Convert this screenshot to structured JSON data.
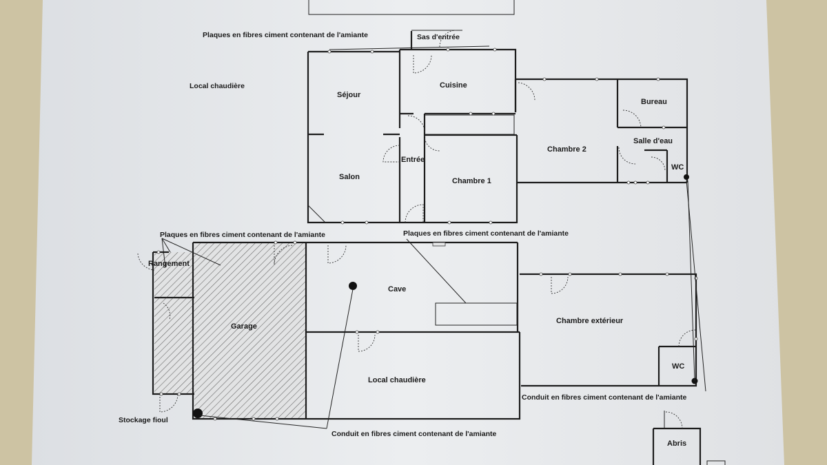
{
  "rooms": {
    "sejour": "Séjour",
    "cuisine": "Cuisine",
    "sas": "Sas d'entrée",
    "bureau": "Bureau",
    "salle_eau": "Salle d'eau",
    "wc_top": "WC",
    "chambre2": "Chambre 2",
    "entree": "Entrée",
    "salon": "Salon",
    "chambre1": "Chambre 1",
    "rangement": "Rangement",
    "garage": "Garage",
    "cave": "Cave",
    "local_chaudiere": "Local chaudière",
    "chambre_ext": "Chambre extérieur",
    "wc_bottom": "WC",
    "abris": "Abris",
    "stockage_fioul": "Stockage fioul"
  },
  "annotations": {
    "plaques_top": "Plaques en fibres ciment contenant de l'amiante",
    "local_chaudiere_note": "Local chaudière",
    "plaques_garage": "Plaques en fibres ciment contenant de l'amiante",
    "plaques_cave": "Plaques en fibres ciment contenant de l'amiante",
    "conduit_right": "Conduit en fibres ciment contenant de l'amiante",
    "conduit_bottom": "Conduit en fibres ciment contenant de l'amiante"
  },
  "colors": {
    "paper": "#e9ebed",
    "table": "#cfc6a8",
    "wall": "#1c1c1c",
    "hatch": "#555555"
  }
}
